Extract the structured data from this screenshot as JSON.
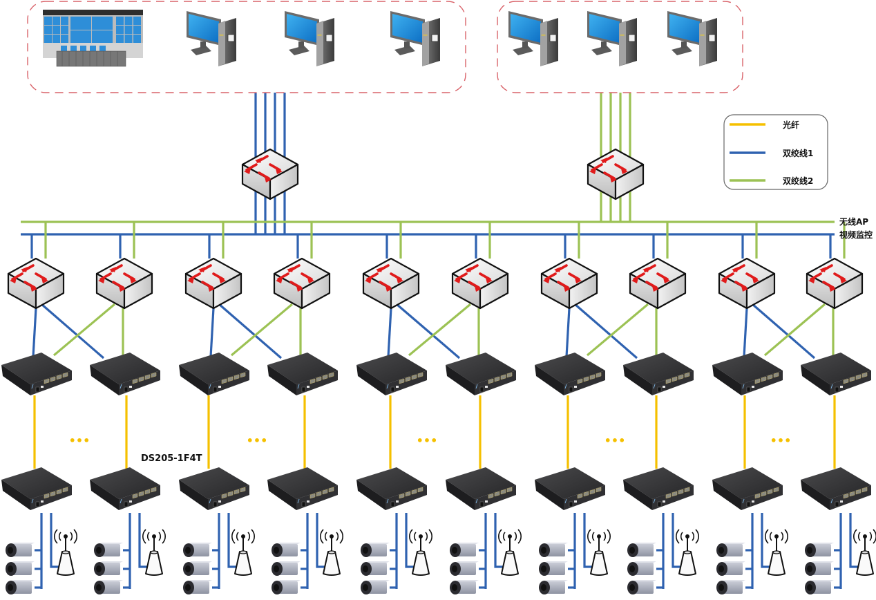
{
  "diagram": {
    "title": "",
    "colors": {
      "fiber": "#f5c000",
      "twisted_pair_1": "#2f62b0",
      "twisted_pair_2": "#9cc254",
      "group_border": "#d9636a",
      "switch_arrow": "#e01b1b",
      "media_converter": "#2e2e30"
    },
    "legend": {
      "items": [
        {
          "key": "fiber",
          "label": "光纤"
        },
        {
          "key": "twisted_pair_1",
          "label": "双绞线1"
        },
        {
          "key": "twisted_pair_2",
          "label": "双绞线2"
        }
      ]
    },
    "bus_labels": {
      "wireless_ap": "无线AP",
      "video_surveillance": "视频监控"
    },
    "device_label": "DS205-1F4T",
    "ellipsis": "•••",
    "groups": [
      {
        "id": "monitoring-center",
        "members": [
          "video-wall",
          "pc",
          "pc",
          "pc"
        ],
        "uplink": "twisted_pair_1",
        "uplink_count": 4
      },
      {
        "id": "ap-management",
        "members": [
          "pc",
          "pc",
          "pc"
        ],
        "uplink": "twisted_pair_2",
        "uplink_count": 4
      }
    ],
    "core_switches": [
      {
        "id": "core-switch-video",
        "connects": "twisted_pair_1"
      },
      {
        "id": "core-switch-ap",
        "connects": "twisted_pair_2"
      }
    ],
    "access_switch_count": 10,
    "edge_units": {
      "count": 10,
      "cameras_per_unit": 3,
      "aps_per_unit": 1
    }
  }
}
